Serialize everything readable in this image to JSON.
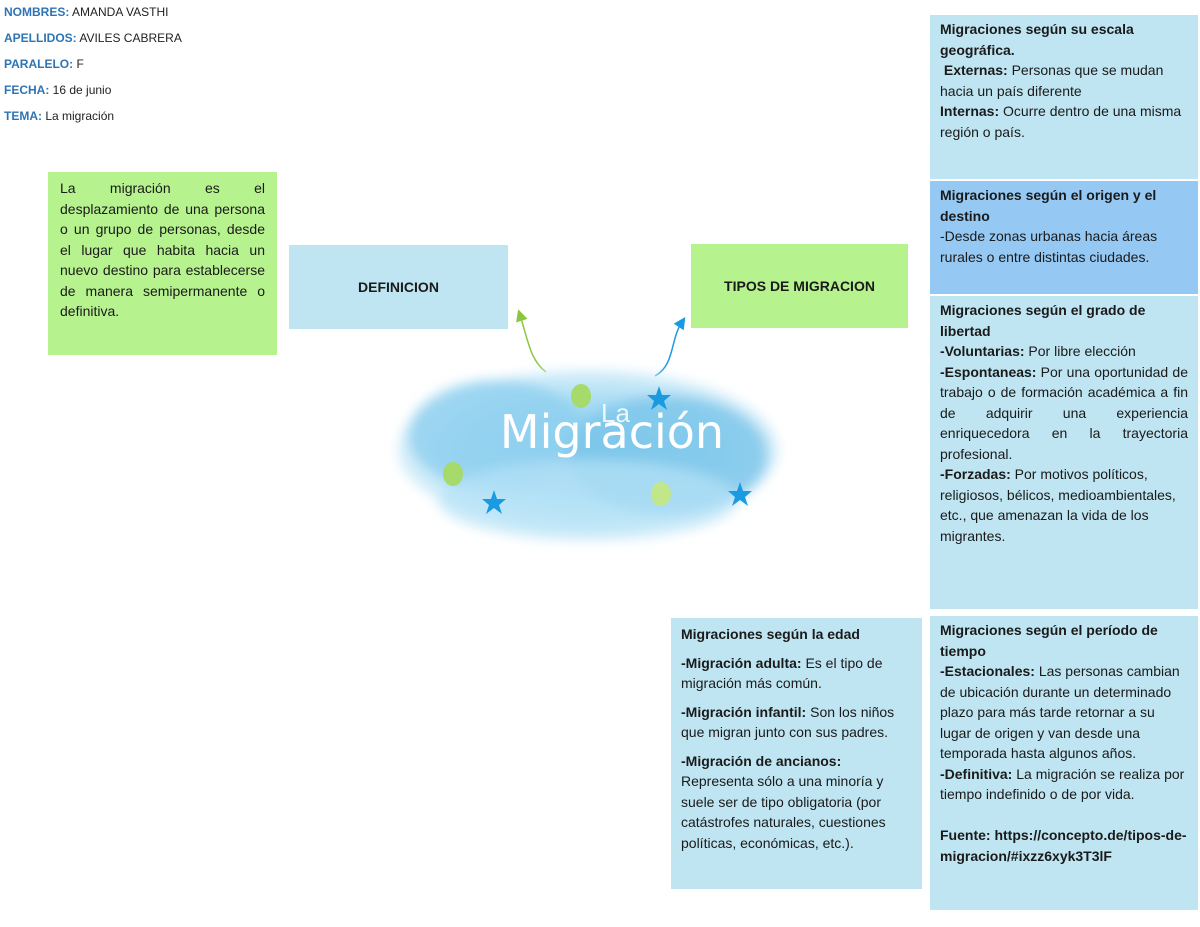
{
  "header": {
    "nombres_label": "NOMBRES:",
    "nombres_value": " AMANDA VASTHI",
    "apellidos_label": "APELLIDOS:",
    "apellidos_value": " AVILES CABRERA",
    "paralelo_label": "PARALELO:",
    "paralelo_value": " F",
    "fecha_label": "FECHA:",
    "fecha_value": " 16 de junio",
    "tema_label": "TEMA:",
    "tema_value": " La migración"
  },
  "definicion": {
    "text": "La migración es el desplazamiento de una persona o un grupo de personas, desde el lugar que habita hacia un nuevo destino para establecerse de manera semipermanente o definitiva.",
    "label": "DEFINICION"
  },
  "center": {
    "small": "La",
    "title": "Migración"
  },
  "tipos": {
    "label": "TIPOS DE MIGRACION"
  },
  "geografica": {
    "title": "Migraciones según su escala geográfica.",
    "externas_label": "Externas:",
    "externas_text": " Personas que se mudan hacia un país diferente",
    "internas_label": "Internas:",
    "internas_text": " Ocurre dentro de una misma región o país."
  },
  "origen": {
    "title": "Migraciones según el origen y el destino",
    "text": "-Desde zonas urbanas hacia áreas rurales o entre distintas ciudades."
  },
  "libertad": {
    "title": "Migraciones según el grado de libertad",
    "vol_label": "-Voluntarias:",
    "vol_text": " Por libre  elección",
    "esp_label": "-Espontaneas:",
    "esp_text": " Por una oportunidad de trabajo o de formación académica a fin de adquirir una experiencia enriquecedora en la trayectoria profesional.",
    "forz_label": "-Forzadas:",
    "forz_text": " Por motivos políticos, religiosos, bélicos, medioambientales, etc., que amenazan la vida de los migrantes."
  },
  "edad": {
    "title": "Migraciones según la edad",
    "adulta_label": "-Migración adulta:",
    "adulta_text": " Es el tipo de migración más común.",
    "infantil_label": "-Migración infantil:",
    "infantil_text": " Son los niños que migran junto con sus padres.",
    "ancianos_label": "-Migración de ancianos:",
    "ancianos_text": " Representa sólo a una minoría y suele ser de tipo obligatoria (por catástrofes naturales, cuestiones políticas, económicas, etc.)."
  },
  "periodo": {
    "title": "Migraciones según el período de tiempo",
    "est_label": "-Estacionales:",
    "est_text": " Las personas cambian de ubicación durante un determinado plazo para más tarde retornar a su lugar de origen y van desde una temporada hasta algunos años.",
    "def_label": "-Definitiva:",
    "def_text": " La migración se realiza por tiempo indefinido o de por vida.",
    "fuente": "Fuente: https://concepto.de/tipos-de-migracion/#ixzz6xyk3T3lF"
  },
  "colors": {
    "green_box": "#b6f28e",
    "light_blue_box": "#bfe5f2",
    "mid_blue_box": "#95c9f4",
    "label_blue": "#2e74b5",
    "star_blue": "#1a9ae0",
    "dot_green": "#9ed35a"
  }
}
